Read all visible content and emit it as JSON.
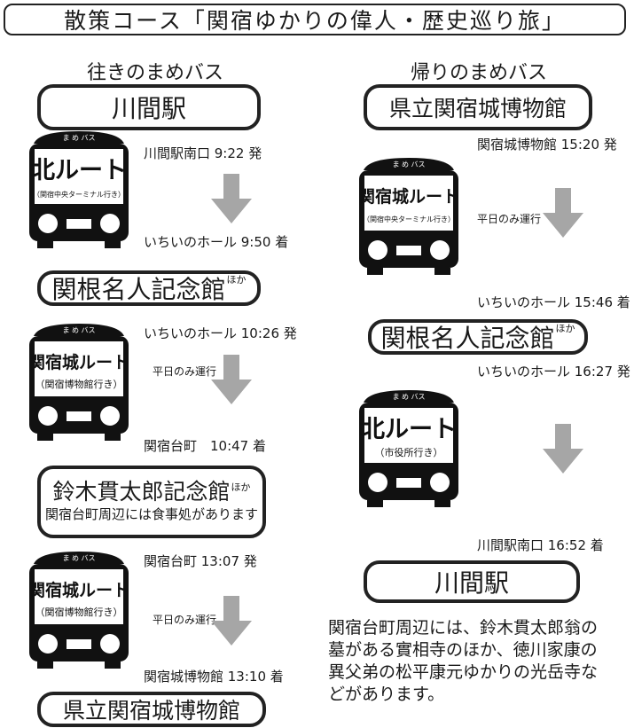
{
  "title": "散策コース「関宿ゆかりの偉人・歴史巡り旅」",
  "left_header": "往きのまめバス",
  "right_header": "帰りのまめバス",
  "bus_badge": "ま め バス",
  "left_column": {
    "stops": [
      "川間駅",
      "関根名人記念館",
      "鈴木貫太郎記念館",
      "県立関宿城博物館"
    ],
    "stop_suffix": "ほか",
    "stop3_note": "関宿台町周辺には食事処があります",
    "legs": [
      {
        "route": "北ルート",
        "destination": "（関宿中央ターミナル行き）",
        "depart": "川間駅南口 9:22 発",
        "note": "",
        "arrive": "いちいのホール 9:50 着"
      },
      {
        "route": "関宿城ルート",
        "destination": "（関宿博物館行き）",
        "depart": "いちいのホール 10:26 発",
        "note": "平日のみ運行",
        "arrive": "関宿台町　10:47 着"
      },
      {
        "route": "関宿城ルート",
        "destination": "（関宿博物館行き）",
        "depart": "関宿台町 13:07 発",
        "note": "平日のみ運行",
        "arrive": "関宿城博物館 13:10 着"
      }
    ]
  },
  "right_column": {
    "stops": [
      "県立関宿城博物館",
      "関根名人記念館",
      "川間駅"
    ],
    "stop_suffix": "ほか",
    "legs": [
      {
        "route": "関宿城ルート",
        "destination": "（関宿中央ターミナル行き）",
        "depart": "関宿城博物館 15:20 発",
        "note": "平日のみ運行",
        "arrive": "いちいのホール 15:46 着"
      },
      {
        "route": "北ルート",
        "destination": "（市役所行き）",
        "depart": "いちいのホール 16:27 発",
        "note": "",
        "arrive": "川間駅南口 16:52 着"
      }
    ]
  },
  "description": [
    "関宿台町周辺には、鈴木貫太郎翁の",
    "墓がある實相寺のほか、徳川家康の",
    "異父弟の松平康元ゆかりの光岳寺な",
    "どがあります。"
  ]
}
